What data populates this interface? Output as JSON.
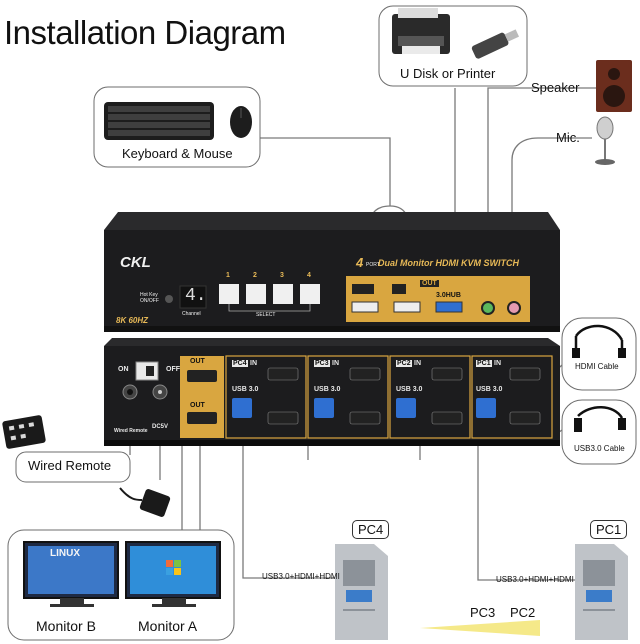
{
  "title": "Installation Diagram",
  "callouts": {
    "printer": "U Disk or Printer",
    "keyboard_mouse": "Keyboard & Mouse",
    "speaker": "Speaker",
    "mic": "Mic.",
    "wired_remote": "Wired Remote",
    "hdmi_cable": "HDMI Cable",
    "usb_cable": "USB3.0 Cable",
    "monitor_b": "Monitor B",
    "monitor_a": "Monitor A",
    "pc4": "PC4",
    "pc1": "PC1",
    "pc3": "PC3",
    "pc2": "PC2",
    "link_pc4": "USB3.0+HDMI+HDMI",
    "link_pc1": "USB3.0+HDMI+HDMI"
  },
  "front_panel": {
    "brand": "CKL",
    "product": "Dual Monitor HDMI KVM SWITCH",
    "model_digit": "4",
    "port_label": "PORT",
    "resolution": "8K 60HZ",
    "hotkey": "Hot Key ON/OFF",
    "channel_digit": "4.",
    "channel_label": "Channel",
    "select_buttons": [
      "1",
      "2",
      "3",
      "4"
    ],
    "select_label": "SELECT",
    "out_label": "OUT",
    "hub_label": "3.0HUB"
  },
  "rear_panel": {
    "on": "ON",
    "off": "OFF",
    "wired_remote": "Wired Remote",
    "dc": "DC5V",
    "out_b": "OUT",
    "out_a": "OUT",
    "groups": [
      {
        "pc": "PC4",
        "in": "IN",
        "usb": "USB 3.0"
      },
      {
        "pc": "PC3",
        "in": "IN",
        "usb": "USB 3.0"
      },
      {
        "pc": "PC2",
        "in": "IN",
        "usb": "USB 3.0"
      },
      {
        "pc": "PC1",
        "in": "IN",
        "usb": "USB 3.0"
      }
    ]
  },
  "monitor_screen_text": "LINUX",
  "colors": {
    "device_body": "#1c1c1e",
    "accent_gold": "#d9a640",
    "usb_blue": "#2f6fd1",
    "wire": "#7a7a7a"
  }
}
